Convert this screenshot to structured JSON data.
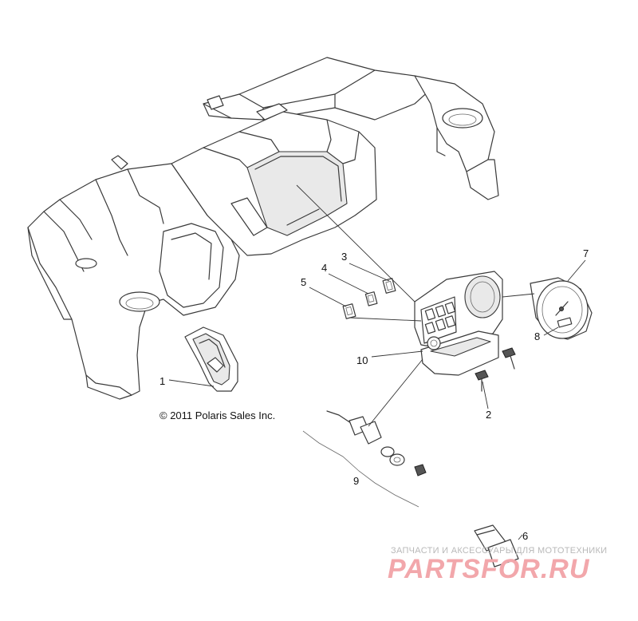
{
  "copyright": "© 2011 Polaris Sales Inc.",
  "watermark": {
    "tagline": "ЗАПЧАСТИ И АКСЕССУАРЫ ДЛЯ МОТОТЕХНИКИ",
    "logo_text": "PARTSFOR.RU",
    "logo_color": "#f2a7ab",
    "tagline_color": "#b9b9b9"
  },
  "callouts": [
    {
      "id": "1",
      "label": "1"
    },
    {
      "id": "2",
      "label": "2"
    },
    {
      "id": "3",
      "label": "3"
    },
    {
      "id": "4",
      "label": "4"
    },
    {
      "id": "5",
      "label": "5"
    },
    {
      "id": "6",
      "label": "6"
    },
    {
      "id": "7",
      "label": "7"
    },
    {
      "id": "8",
      "label": "8"
    },
    {
      "id": "9",
      "label": "9"
    },
    {
      "id": "10",
      "label": "10"
    }
  ]
}
